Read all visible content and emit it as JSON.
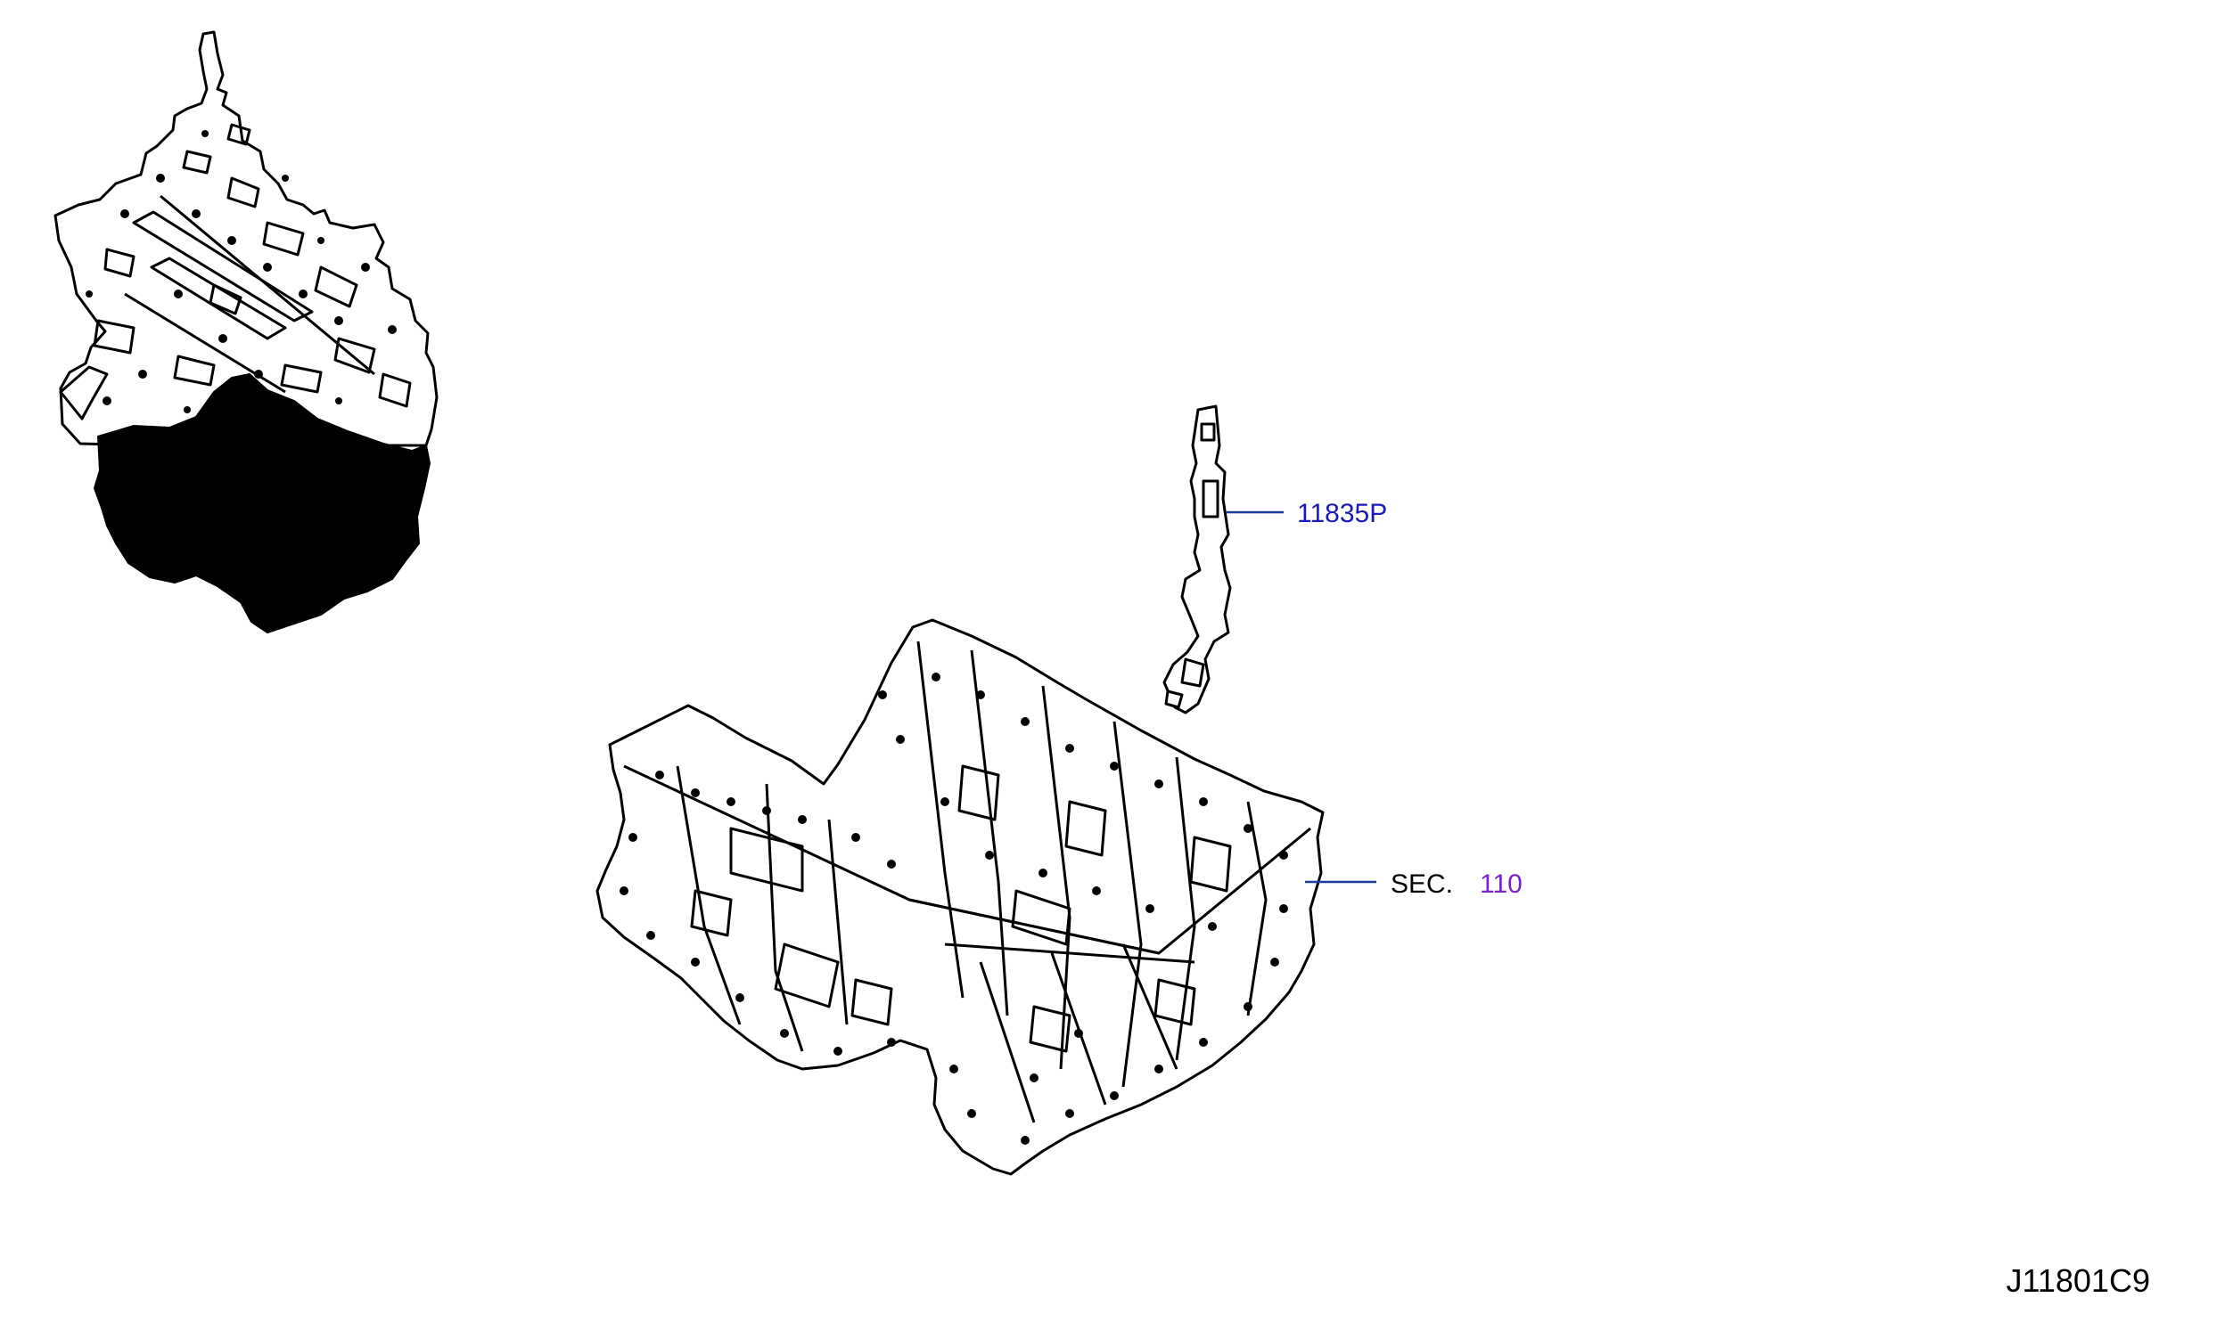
{
  "callouts": {
    "oil_strainer": {
      "label": "11835P",
      "color": "#1a1ab8"
    },
    "oil_pan": {
      "prefix": "SEC.",
      "label": "110",
      "prefix_color": "#000000",
      "label_color": "#7b22c8"
    }
  },
  "diagram_code": "J11801C9",
  "colors": {
    "line": "#000000",
    "leader": "#1a3f9a",
    "background": "#ffffff"
  }
}
